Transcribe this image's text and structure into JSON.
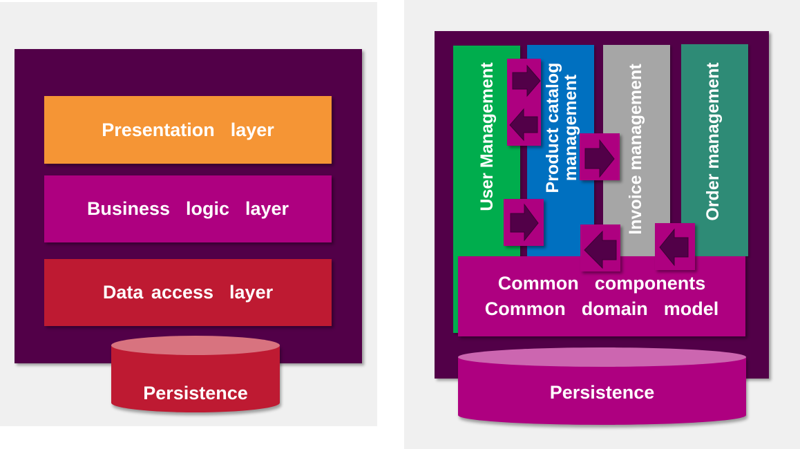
{
  "left": {
    "layers": [
      {
        "label": "Presentation  layer",
        "color": "#f59535"
      },
      {
        "label": "Business  logic  layer",
        "color": "#ae0080"
      },
      {
        "label": "Data access  layer",
        "color": "#be1a32"
      }
    ],
    "persistence": {
      "label": "Persistence",
      "color": "#be1a32",
      "top_color": "#d8737f"
    }
  },
  "right": {
    "modules": [
      {
        "label": "User Management",
        "color": "#00ad4d"
      },
      {
        "label_line1": "Product catalog",
        "label_line2": "management",
        "color": "#0070c0"
      },
      {
        "label": "Invoice management",
        "color": "#a6a6a6"
      },
      {
        "label": "Order management",
        "color": "#2e8b76"
      }
    ],
    "common": {
      "line1": "Common  components",
      "line2": "Common  domain  model",
      "color": "#ae0080"
    },
    "persistence": {
      "label": "Persistence",
      "color": "#ae0080",
      "top_color": "#cc66b0"
    },
    "arrow_icons": [
      "arrow-right-icon",
      "arrow-left-icon"
    ]
  },
  "colors": {
    "frame": "#520048",
    "panel": "#f0f0f0",
    "arrow": "#520048"
  }
}
